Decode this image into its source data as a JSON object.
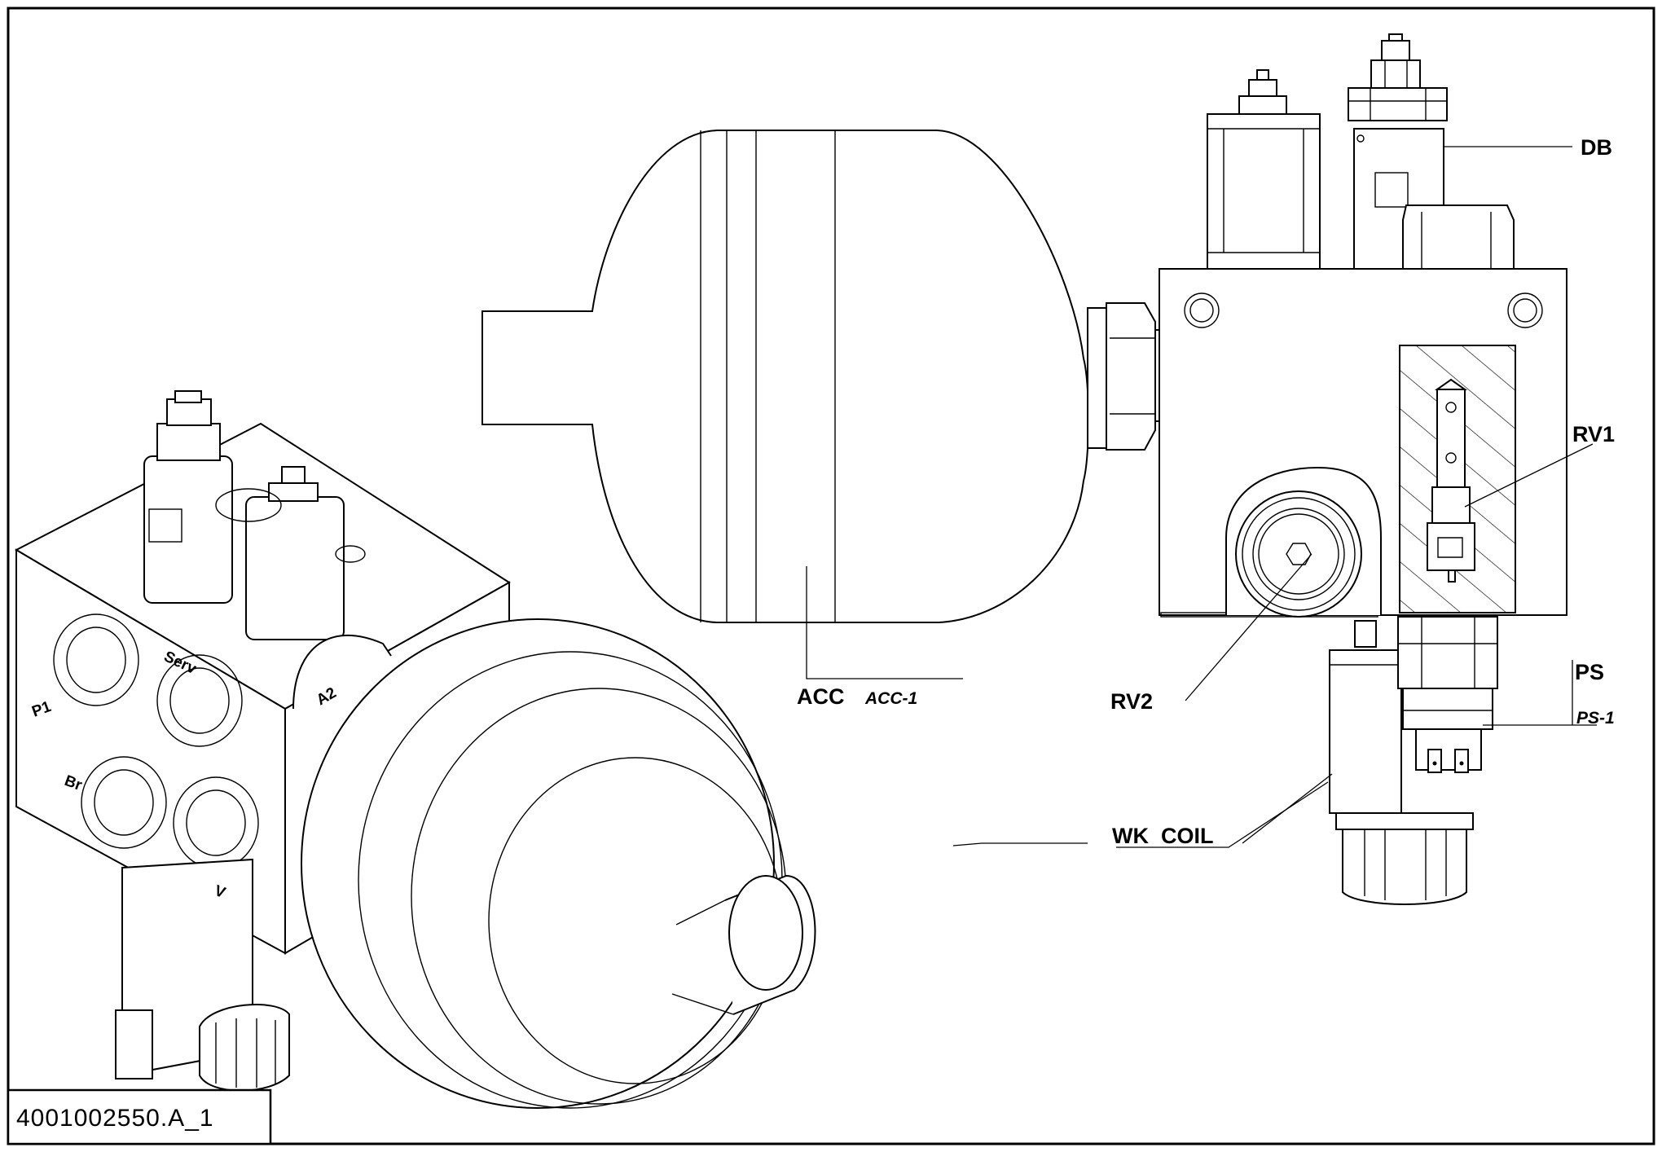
{
  "labels": {
    "db": "DB",
    "rv1": "RV1",
    "rv2": "RV2",
    "acc": "ACC",
    "acc_sub": "ACC-1",
    "ps": "PS",
    "ps_sub": "PS-1",
    "wk_coil": "WK  COIL"
  },
  "ports": {
    "p1": "P1",
    "serv": "Serv",
    "br": "Br",
    "v": "V",
    "a2": "A2"
  },
  "drawing_id": "4001002550.A_1"
}
